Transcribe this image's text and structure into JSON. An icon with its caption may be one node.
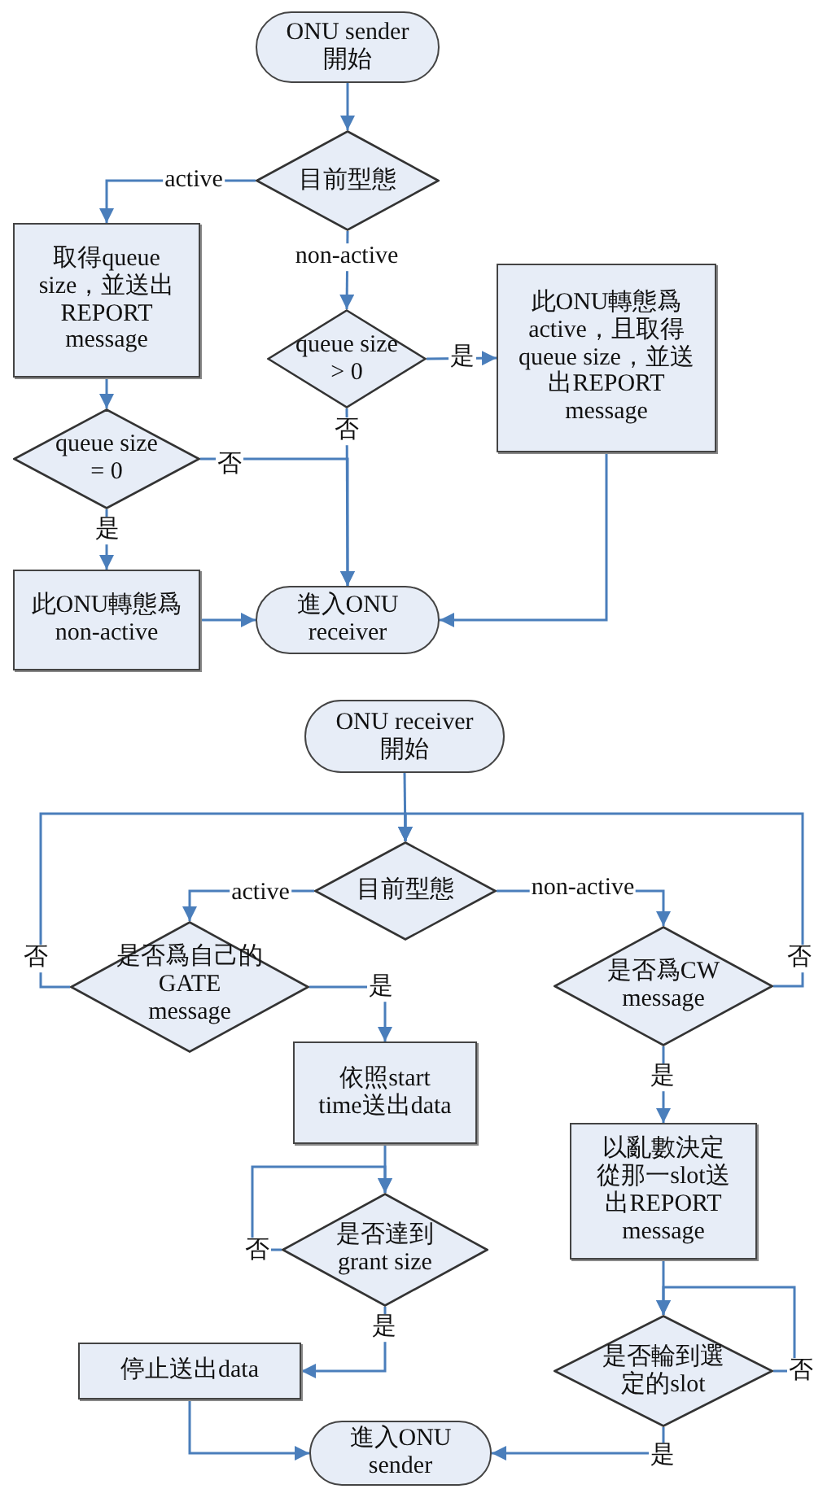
{
  "diagram": {
    "nodes": [
      {
        "text": [
          "ONU sender 開始"
        ]
      },
      {
        "text": [
          "目前型態"
        ]
      },
      {
        "text": [
          "取得queue size，並送出REPORT message"
        ]
      },
      {
        "text": [
          "queue size > 0"
        ]
      },
      {
        "text": [
          "此ONU轉態爲active，且取得queue size，並送出REPORT message"
        ]
      },
      {
        "text": [
          "queue size = 0"
        ]
      },
      {
        "text": [
          "此ONU轉態爲non-active"
        ]
      },
      {
        "text": [
          "進入ONU receiver"
        ]
      },
      {
        "text": [
          "ONU receiver 開始"
        ]
      },
      {
        "text": [
          "目前型態"
        ]
      },
      {
        "text": [
          "是否爲自己的GATE message"
        ]
      },
      {
        "text": [
          "是否爲CW message"
        ]
      },
      {
        "text": [
          "依照start time送出data"
        ]
      },
      {
        "text": [
          "以亂數決定從那一slot送出REPORT message"
        ]
      },
      {
        "text": [
          "是否達到grant size"
        ]
      },
      {
        "text": [
          "是否輪到選定的slot"
        ]
      },
      {
        "text": [
          "停止送出data"
        ]
      },
      {
        "text": [
          "進入ONU sender"
        ]
      }
    ],
    "edges": [
      {
        "from": 0,
        "to": 1,
        "arrow": "to"
      },
      {
        "from": 1,
        "to": 2,
        "arrow": "to",
        "label": "active"
      },
      {
        "from": 1,
        "to": 3,
        "arrow": "to",
        "label": "non-active"
      },
      {
        "from": 3,
        "to": 4,
        "arrow": "to",
        "label": "是"
      },
      {
        "from": 2,
        "to": 5,
        "arrow": "to"
      },
      {
        "from": 5,
        "to": 7,
        "arrow": "to",
        "label": "否"
      },
      {
        "from": 3,
        "to": 7,
        "arrow": "to",
        "label": "否"
      },
      {
        "from": 5,
        "to": 6,
        "arrow": "to",
        "label": "是"
      },
      {
        "from": 6,
        "to": 7,
        "arrow": "to"
      },
      {
        "from": 4,
        "to": 7,
        "arrow": "to"
      },
      {
        "from": 8,
        "to": 9,
        "arrow": "to"
      },
      {
        "from": 9,
        "to": 10,
        "arrow": "to",
        "label": "active"
      },
      {
        "from": 9,
        "to": 11,
        "arrow": "to",
        "label": "non-active"
      },
      {
        "from": 10,
        "to": 9,
        "arrow": "to",
        "label": "否"
      },
      {
        "from": 11,
        "to": 9,
        "arrow": "to",
        "label": "否"
      },
      {
        "from": 10,
        "to": 12,
        "arrow": "to",
        "label": "是"
      },
      {
        "from": 11,
        "to": 13,
        "arrow": "to",
        "label": "是"
      },
      {
        "from": 12,
        "to": 14,
        "arrow": "to"
      },
      {
        "from": 14,
        "to": 14,
        "arrow": "to",
        "label": "否"
      },
      {
        "from": 14,
        "to": 16,
        "arrow": "to",
        "label": "是"
      },
      {
        "from": 13,
        "to": 15,
        "arrow": "to"
      },
      {
        "from": 15,
        "to": 15,
        "arrow": "to",
        "label": "否"
      },
      {
        "from": 16,
        "to": 17,
        "arrow": "to"
      },
      {
        "from": 15,
        "to": 17,
        "arrow": "to",
        "label": "是"
      }
    ]
  }
}
